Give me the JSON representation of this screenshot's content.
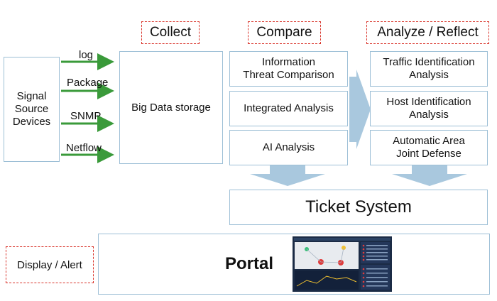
{
  "stages": {
    "collect": "Collect",
    "compare": "Compare",
    "analyze": "Analyze / Reflect",
    "display": "Display / Alert"
  },
  "source": "Signal\nSource\nDevices",
  "inputs": [
    "log",
    "Package",
    "SNMP",
    "Netflow"
  ],
  "storage": "Big Data storage",
  "compare_items": [
    "Information\nThreat Comparison",
    "Integrated Analysis",
    "AI Analysis"
  ],
  "analyze_items": [
    "Traffic Identification\nAnalysis",
    "Host Identification\nAnalysis",
    "Automatic Area\nJoint Defense"
  ],
  "ticket": "Ticket System",
  "portal": "Portal",
  "colors": {
    "box_border": "#9dbfd6",
    "dash_border": "#d9342b",
    "green_arrow": "#3a9a3a",
    "blue_arrow": "#a9c8de",
    "dashboard_bg": "#1b2b45"
  }
}
